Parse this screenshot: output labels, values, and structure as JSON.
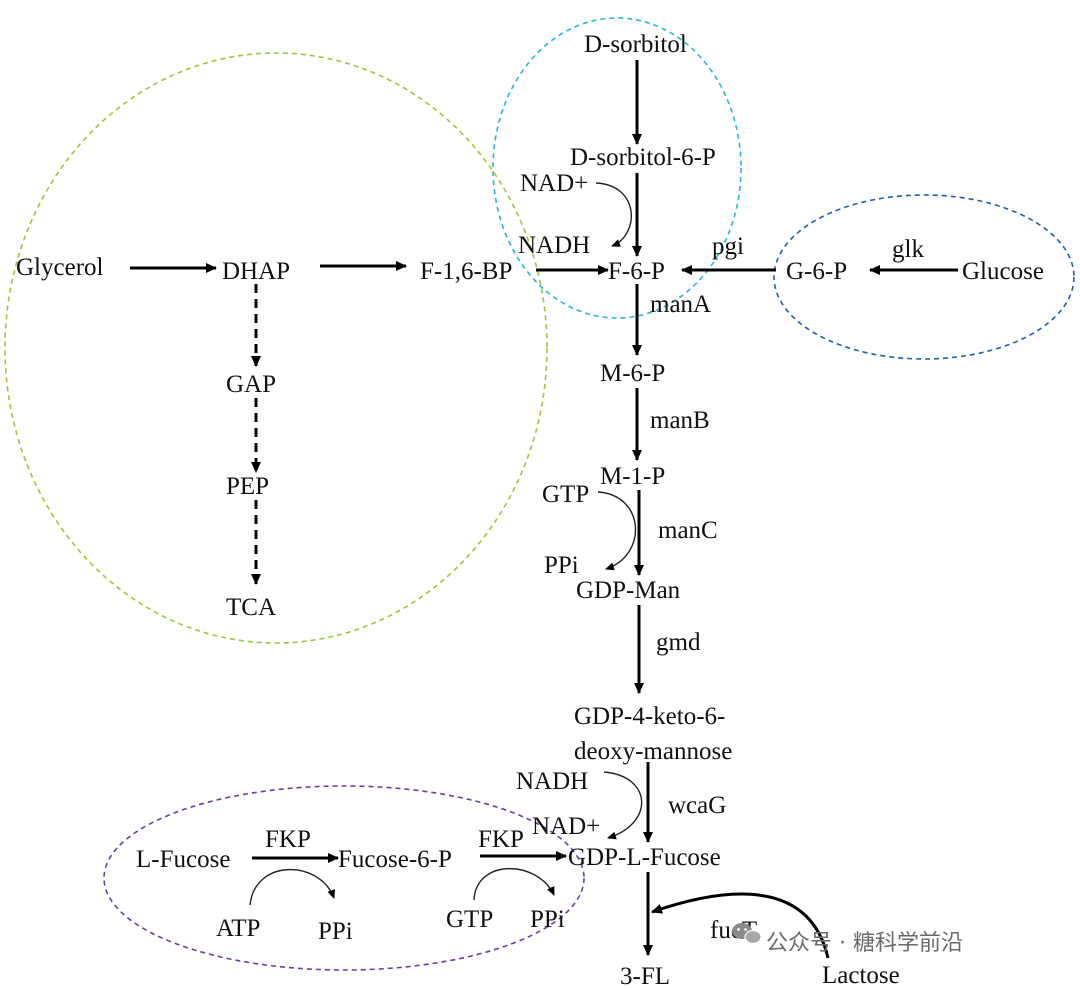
{
  "metabolites": {
    "d_sorbitol": "D-sorbitol",
    "d_sorbitol_6p": "D-sorbitol-6-P",
    "glycerol": "Glycerol",
    "dhap": "DHAP",
    "f16bp": "F-1,6-BP",
    "f6p": "F-6-P",
    "g6p": "G-6-P",
    "glucose": "Glucose",
    "gap": "GAP",
    "pep": "PEP",
    "tca": "TCA",
    "m6p": "M-6-P",
    "m1p": "M-1-P",
    "gdp_man": "GDP-Man",
    "gdp_keto_line1": "GDP-4-keto-6-",
    "gdp_keto_line2": "deoxy-mannose",
    "gdp_fucose": "GDP-L-Fucose",
    "l_fucose": "L-Fucose",
    "fucose_6p": "Fucose-6-P",
    "three_fl": "3-FL",
    "lactose": "Lactose"
  },
  "enzymes": {
    "pgi": "pgi",
    "glk": "glk",
    "manA": "manA",
    "manB": "manB",
    "manC": "manC",
    "gmd": "gmd",
    "wcaG": "wcaG",
    "fkp_1": "FKP",
    "fkp_2": "FKP",
    "fucT": "fucT"
  },
  "cofactors": {
    "nad_plus_1": "NAD+",
    "nadh_1": "NADH",
    "gtp_1": "GTP",
    "ppi_1": "PPi",
    "nadh_2": "NADH",
    "nad_plus_2": "NAD+",
    "atp": "ATP",
    "ppi_2": "PPi",
    "gtp_2": "GTP",
    "ppi_3": "PPi"
  },
  "module_colors": {
    "glycerol_module": "#9cc63b",
    "sorbitol_module": "#27b9cf",
    "glucose_module": "#1f5fa8",
    "fucose_salvage_module": "#6a3fa0"
  },
  "watermark": {
    "icon": "wechat-icon",
    "text": "公众号 · 糖科学前沿"
  }
}
